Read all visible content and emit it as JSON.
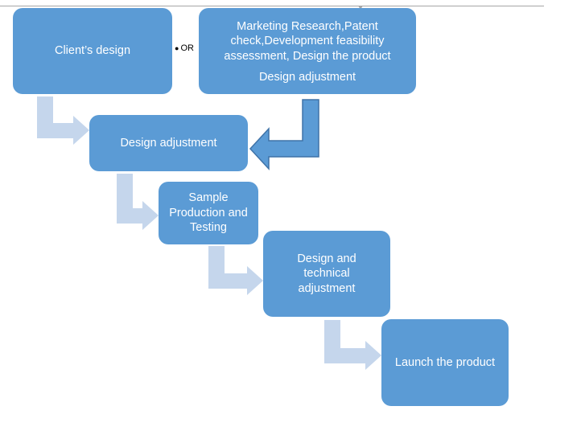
{
  "colors": {
    "box_fill": "#5b9bd5",
    "box_text": "#ffffff",
    "arrow_light": "#c5d6ec",
    "arrow_dark": "#5b9bd5",
    "arrow_dark_outline": "#3f73a8"
  },
  "diagram": {
    "or_label": "OR",
    "boxes": {
      "client_design": "Client’s design",
      "research": {
        "line1": "Marketing Research,Patent",
        "line2": "check,Development feasibility",
        "line3": "assessment, Design the product",
        "sub": "Design adjustment"
      },
      "design_adjustment": "Design adjustment",
      "sample": {
        "line1": "Sample",
        "line2": "Production and",
        "line3": "Testing"
      },
      "technical": {
        "line1": "Design and",
        "line2": "technical",
        "line3": "adjustment"
      },
      "launch": "Launch the product"
    },
    "connectors": [
      {
        "from": "client-design",
        "to": "design-adjustment",
        "style": "light"
      },
      {
        "from": "research",
        "to": "design-adjustment",
        "style": "dark"
      },
      {
        "from": "design-adjustment",
        "to": "sample-production-testing",
        "style": "light"
      },
      {
        "from": "sample-production-testing",
        "to": "design-technical-adjustment",
        "style": "light"
      },
      {
        "from": "design-technical-adjustment",
        "to": "launch-product",
        "style": "light"
      }
    ]
  }
}
